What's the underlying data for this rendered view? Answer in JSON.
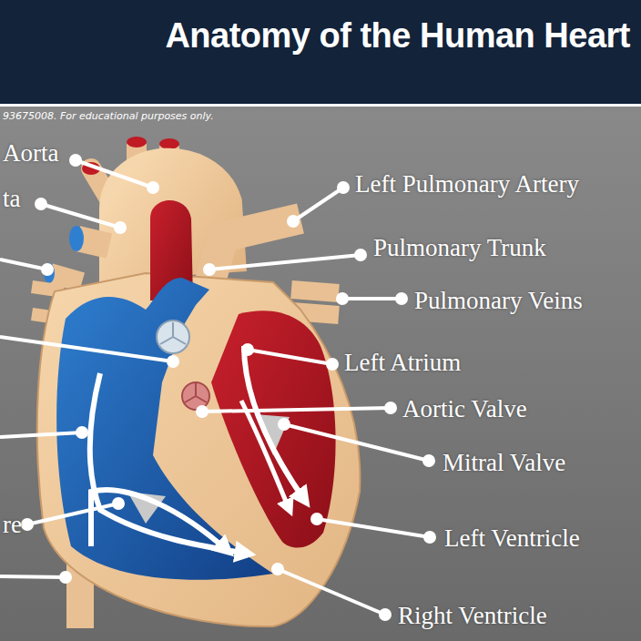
{
  "diagram": {
    "title": "Anatomy of the Human Heart",
    "labels": [
      "93675008. For educational purposes only.",
      "Aorta",
      "ta",
      "Left Pulmonary Artery",
      "Pulmonary Trunk",
      "Pulmonary Veins",
      "Left Atrium",
      "Aortic Valve",
      "Mitral Valve",
      "re",
      "Left Ventricle",
      "Right Ventricle"
    ]
  }
}
